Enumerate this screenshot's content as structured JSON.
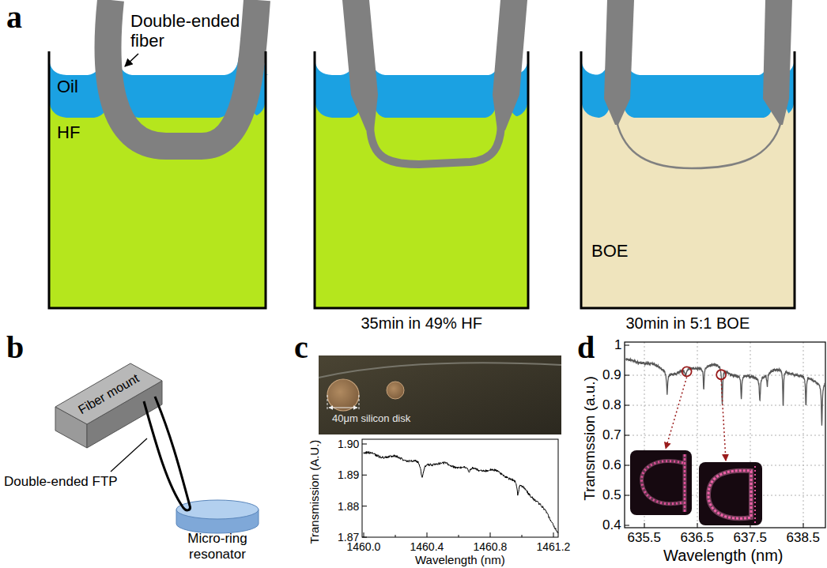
{
  "diagram": {
    "labels": [
      "a",
      "Double-ended fiber",
      "Oil",
      "HF",
      "35min in 49% HF",
      "BOE",
      "30min in 5:1 BOE",
      "b",
      "Fiber mount",
      "Double-ended FTP",
      "Micro-ring resonator",
      "c",
      "40μm silicon disk",
      "1.90",
      "1.89",
      "1.88",
      "1.87",
      "1460.0",
      "1460.4",
      "1460.8",
      "1461.2",
      "Wavelength (nm)",
      "Transmission (A.U.)",
      "d",
      "1",
      "0.9",
      "0.8",
      "0.7",
      "0.6",
      "0.5",
      "0.4",
      "635.5",
      "636.5",
      "637.5",
      "638.5",
      "Wavelength (nm)",
      "Transmssion (a.u.)"
    ]
  }
}
